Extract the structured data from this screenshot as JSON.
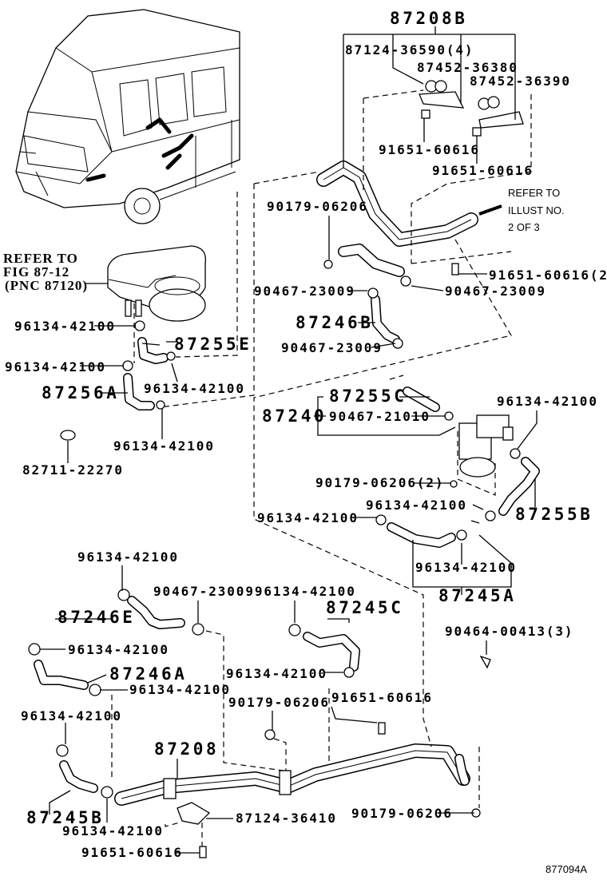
{
  "labels": [
    "87208B",
    "87124-36590(4)",
    "87452-36380",
    "87452-36390",
    "91651-60616",
    "91651-60616",
    "90179-06206",
    "91651-60616(2)",
    "90467-23009",
    "90467-23009",
    "87246B",
    "90467-23009",
    "96134-42100",
    "87255E",
    "96134-42100",
    "96134-42100",
    "87256A",
    "96134-42100",
    "82711-22270",
    "87255C",
    "87240",
    "90467-21010",
    "96134-42100",
    "90179-06206(2)",
    "96134-42100",
    "96134-42100",
    "87255B",
    "96134-42100",
    "87245A",
    "96134-42100",
    "90467-2300996134-42100",
    "87245C",
    "87246E",
    "96134-42100",
    "87246A",
    "96134-42100",
    "96134-42100",
    "91651-60616",
    "90179-06206",
    "90464-00413(3)",
    "96134-42100",
    "87208",
    "87245B",
    "96134-42100",
    "87124-36410",
    "90179-06206",
    "91651-60616"
  ],
  "refer_illust": [
    "REFER TO",
    "ILLUST NO.",
    "2 OF 3"
  ],
  "refer_fig": [
    "REFER TO",
    "FIG 87-12",
    "(PNC 87120)"
  ],
  "figure_id": "877094A"
}
